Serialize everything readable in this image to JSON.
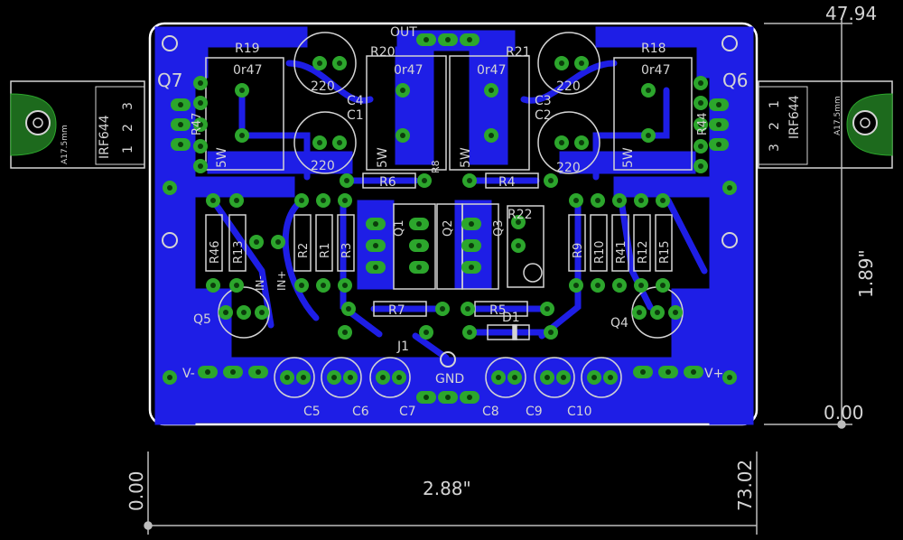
{
  "colors": {
    "background": "#000000",
    "board_outline": "#ffffff",
    "copper_bottom": "#1e1ee6",
    "copper_dark": "#0a0ab4",
    "pad": "#2ca62c",
    "pad_hole": "#0b3d0b",
    "silkscreen": "#d4d4d4",
    "dimension": "#bdbdbd",
    "heatsink": "#1d6a1d"
  },
  "labels": {
    "out": "OUT",
    "gnd": "GND",
    "j1": "J1",
    "v_minus": "V-",
    "v_plus": "V+",
    "in_minus": "IN-",
    "in_plus": "IN+",
    "q7": "Q7",
    "q6": "Q6",
    "q5": "Q5",
    "q4": "Q4",
    "q1": "Q1",
    "q2": "Q2",
    "q3": "Q3",
    "d1": "D1",
    "r19": "R19",
    "r20": "R20",
    "r21": "R21",
    "r18": "R18",
    "r6": "R6",
    "r4": "R4",
    "r7": "R7",
    "r5": "R5",
    "r22": "R22",
    "r47": "R47",
    "r44": "R44",
    "r46": "R46",
    "r13": "R13",
    "r2": "R2",
    "r1": "R1",
    "r3": "R3",
    "r8": "R8",
    "r9": "R9",
    "r10": "R10",
    "r41": "R41",
    "r12": "R12",
    "r15": "R15",
    "c1": "C1",
    "c2": "C2",
    "c3": "C3",
    "c4": "C4",
    "c5": "C5",
    "c6": "C6",
    "c7": "C7",
    "c8": "C8",
    "c9": "C9",
    "c10": "C10",
    "val_0r47": "0r47",
    "val_5w": "5W",
    "val_220": "220",
    "mosfet": "IRF644",
    "heatsink_pkg": "A17.5mm",
    "pin1": "1",
    "pin2": "2",
    "pin3": "3"
  },
  "dimensions": {
    "width_in": "2.88\"",
    "height_in": "1.89\"",
    "x_start": "0.00",
    "x_end": "73.02",
    "y_start": "0.00",
    "y_end": "47.94"
  }
}
